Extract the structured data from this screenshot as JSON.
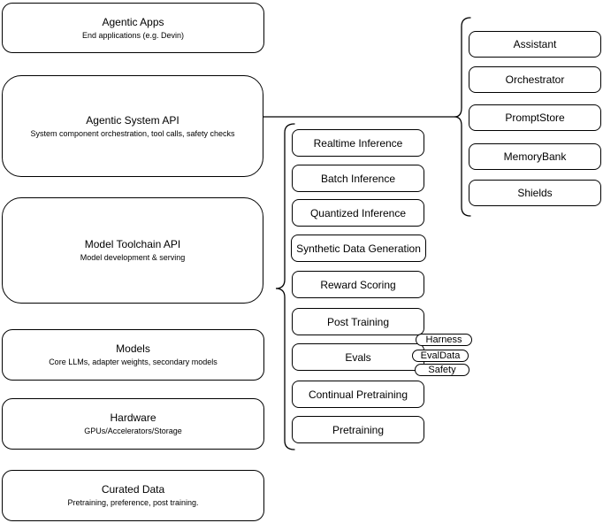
{
  "diagram": {
    "left_column": [
      {
        "title": "Agentic Apps",
        "subtitle": "End applications (e.g. Devin)"
      },
      {
        "title": "Agentic System API",
        "subtitle": "System component orchestration, tool calls, safety checks"
      },
      {
        "title": "Model Toolchain API",
        "subtitle": "Model development & serving"
      },
      {
        "title": "Models",
        "subtitle": "Core LLMs, adapter weights, secondary models"
      },
      {
        "title": "Hardware",
        "subtitle": "GPUs/Accelerators/Storage"
      },
      {
        "title": "Curated Data",
        "subtitle": "Pretraining, preference, post training."
      }
    ],
    "toolchain_services": [
      "Realtime Inference",
      "Batch Inference",
      "Quantized Inference",
      "Synthetic Data Generation",
      "Reward Scoring",
      "Post Training",
      "Evals",
      "Continual Pretraining",
      "Pretraining"
    ],
    "evals_tags": [
      "Harness",
      "EvalData",
      "Safety"
    ],
    "system_components": [
      "Assistant",
      "Orchestrator",
      "PromptStore",
      "MemoryBank",
      "Shields"
    ],
    "colors": {
      "stroke": "#000000",
      "fill": "#ffffff",
      "text": "#000000"
    }
  }
}
